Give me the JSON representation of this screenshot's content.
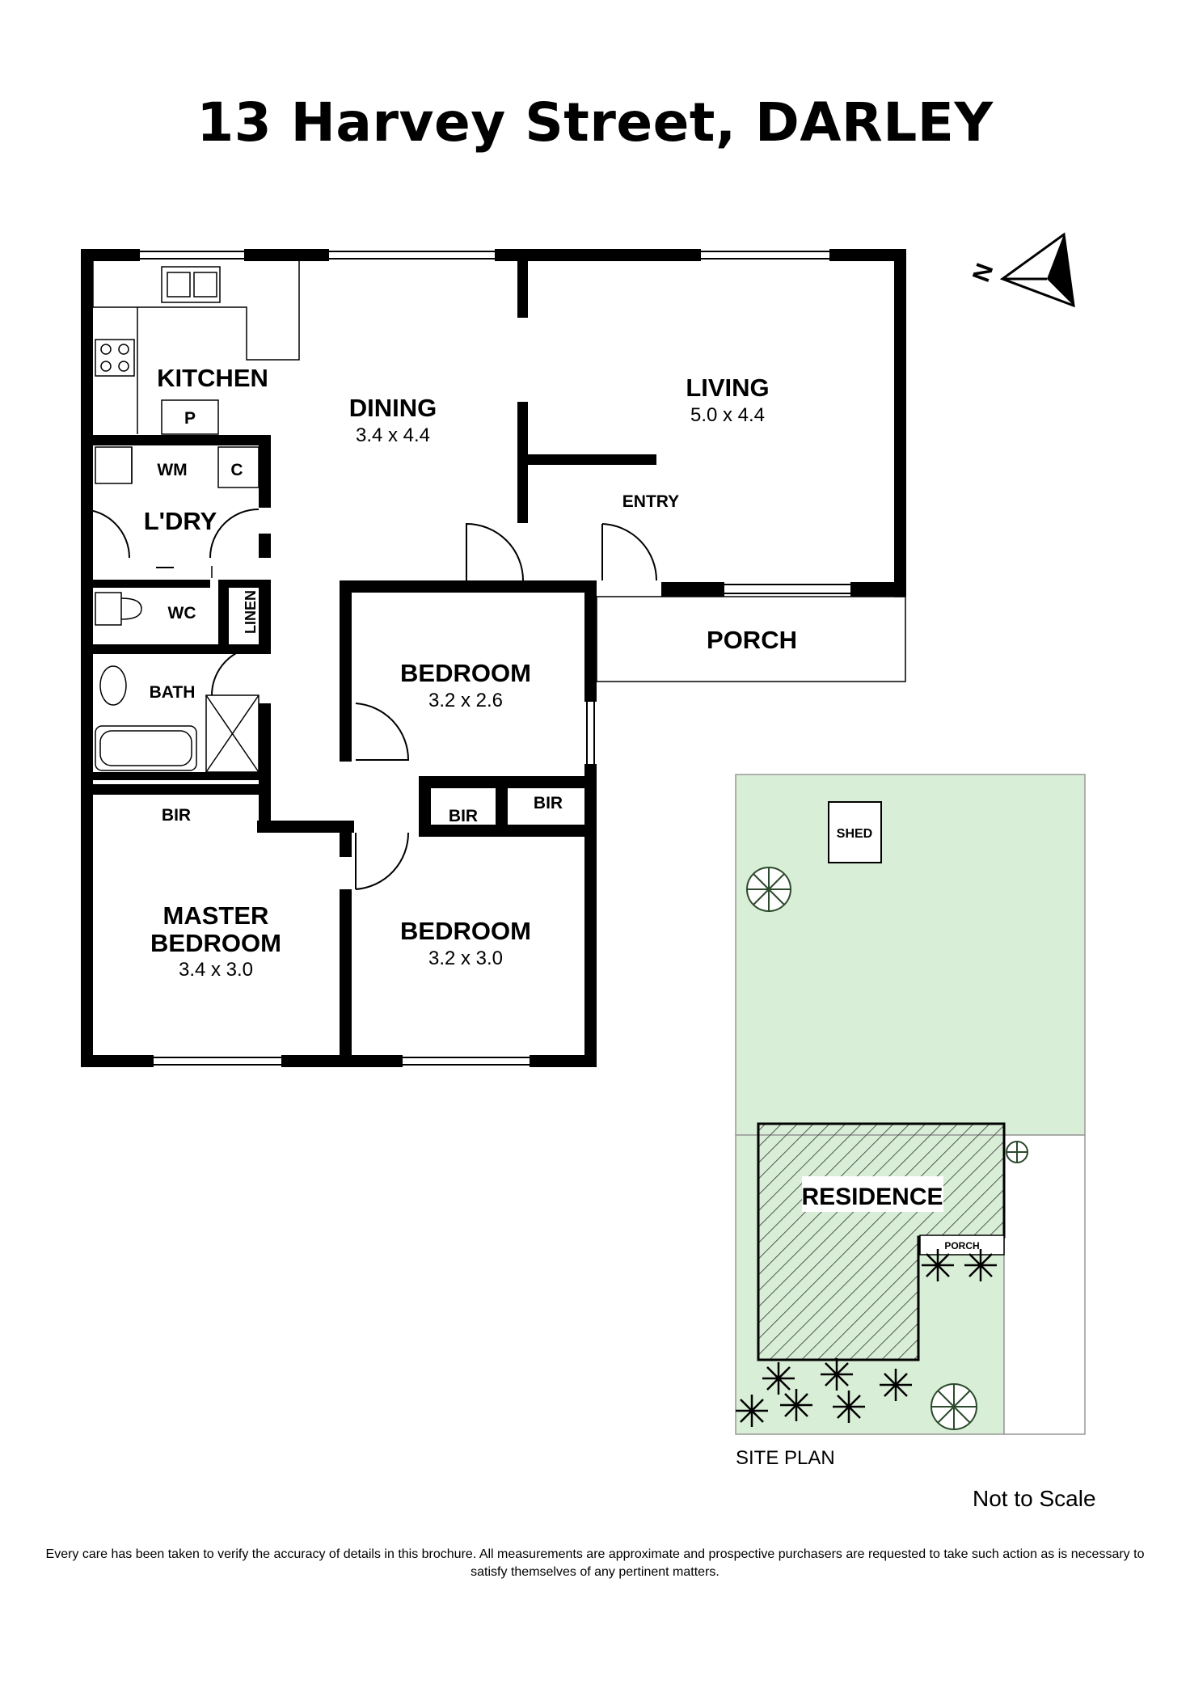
{
  "title": "13 Harvey Street, DARLEY",
  "compass": {
    "label": "N"
  },
  "rooms": {
    "kitchen": {
      "name": "KITCHEN"
    },
    "pantry": {
      "name": "P"
    },
    "dining": {
      "name": "DINING",
      "dims": "3.4 x 4.4"
    },
    "living": {
      "name": "LIVING",
      "dims": "5.0 x 4.4"
    },
    "entry": {
      "name": "ENTRY"
    },
    "porch": {
      "name": "PORCH"
    },
    "wm": {
      "name": "WM"
    },
    "cupboard": {
      "name": "C"
    },
    "laundry": {
      "name": "L'DRY"
    },
    "wc": {
      "name": "WC"
    },
    "linen": {
      "name": "LINEN"
    },
    "bath": {
      "name": "BATH"
    },
    "bedroom_2": {
      "name": "BEDROOM",
      "dims": "3.2 x 2.6"
    },
    "bir_master": {
      "name": "BIR"
    },
    "bir_bed3": {
      "name": "BIR"
    },
    "bir_bed2": {
      "name": "BIR"
    },
    "master": {
      "name_line1": "MASTER",
      "name_line2": "BEDROOM",
      "dims": "3.4 x 3.0"
    },
    "bedroom_3": {
      "name": "BEDROOM",
      "dims": "3.2 x 3.0"
    }
  },
  "site_plan": {
    "caption": "SITE PLAN",
    "shed": "SHED",
    "residence": "RESIDENCE",
    "porch": "PORCH",
    "lawn_color": "#d9eed6"
  },
  "scale_note": "Not to Scale",
  "disclaimer": "Every care has been taken to verify the accuracy of details in this brochure. All measurements are approximate and prospective purchasers are requested to take such action as is necessary to satisfy themselves of any pertinent matters."
}
